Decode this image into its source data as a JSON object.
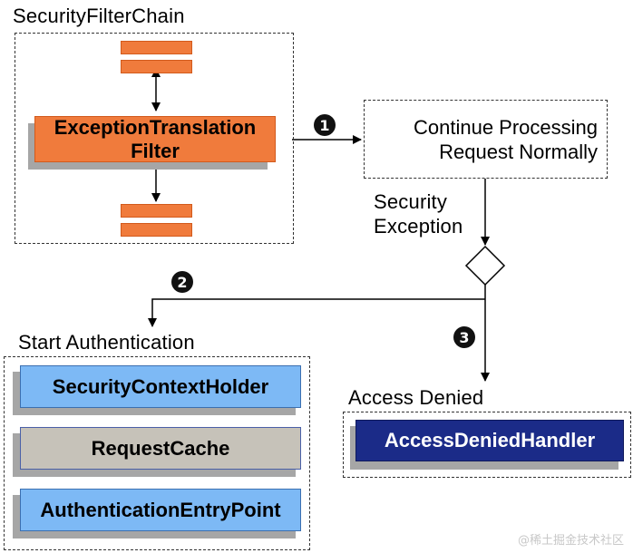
{
  "colors": {
    "filter_orange": "#f07b3c",
    "blue_box": "#7db9f5",
    "gray_box": "#c6c2b9",
    "navy_box": "#1b2b88",
    "shadow": "#a6a6a6"
  },
  "security_filter_chain": {
    "title": "SecurityFilterChain",
    "filter_line1": "ExceptionTranslation",
    "filter_line2": "Filter"
  },
  "continue_box": {
    "line1": "Continue Processing",
    "line2": "Request Normally"
  },
  "security_exception": {
    "line1": "Security",
    "line2": "Exception"
  },
  "steps": {
    "one": "1",
    "two": "2",
    "three": "3"
  },
  "start_authentication": {
    "title": "Start Authentication",
    "items": [
      "SecurityContextHolder",
      "RequestCache",
      "AuthenticationEntryPoint"
    ]
  },
  "access_denied": {
    "title": "Access Denied",
    "handler": "AccessDeniedHandler"
  },
  "watermark": "@稀土掘金技术社区"
}
